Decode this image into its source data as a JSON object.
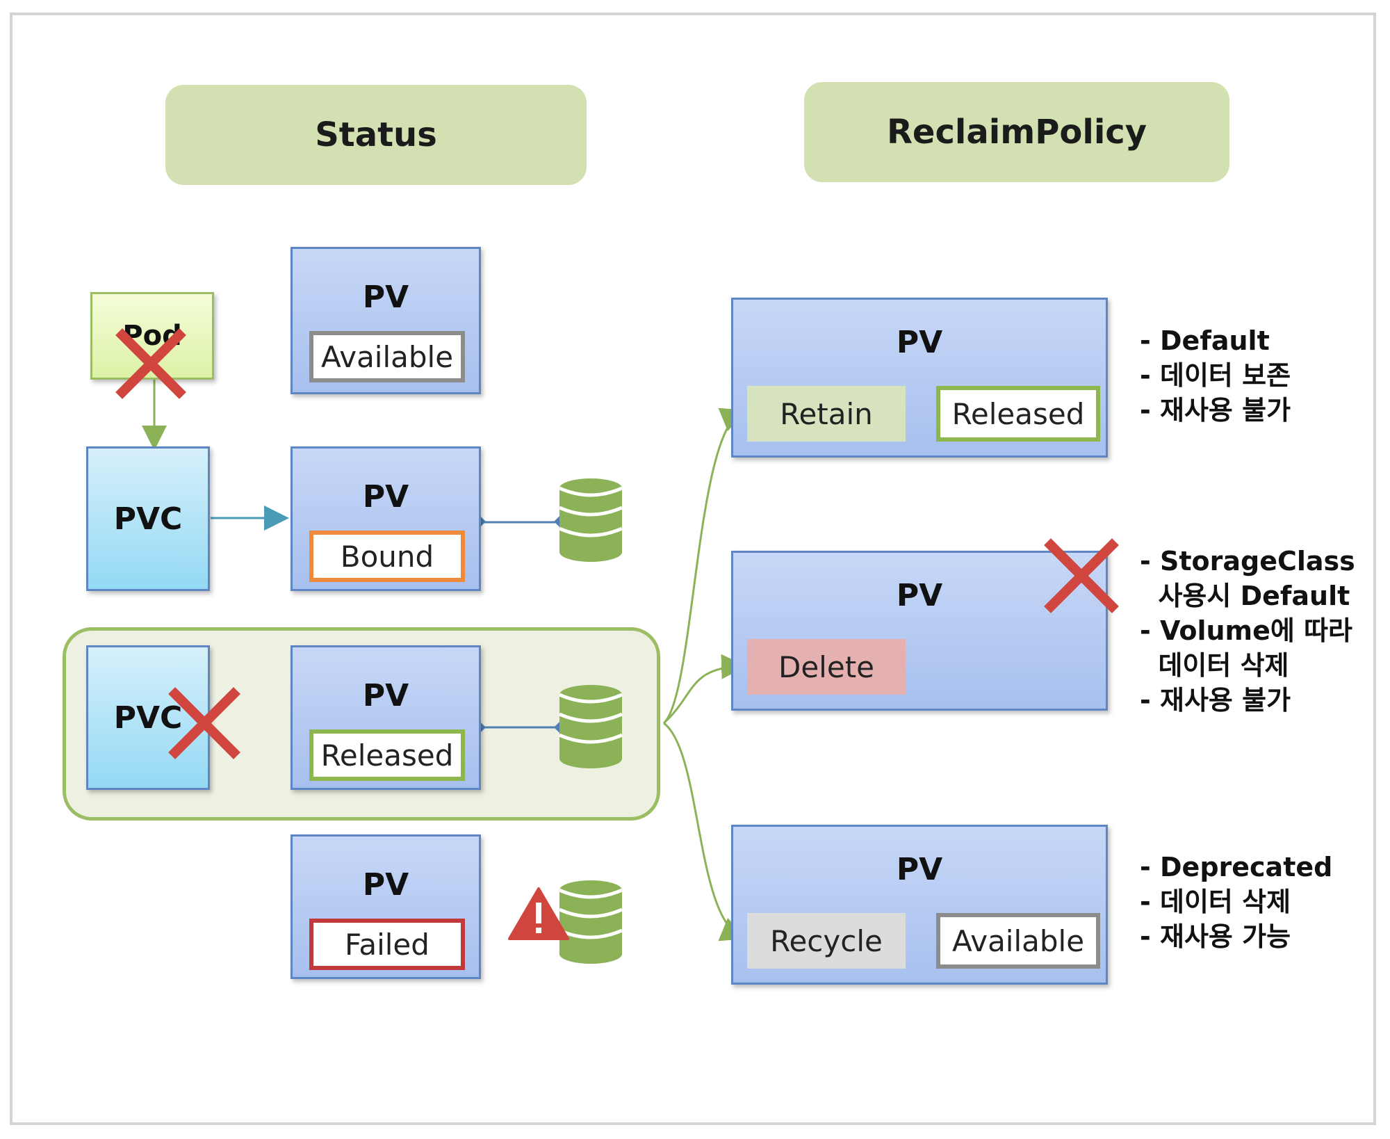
{
  "headers": {
    "status": "Status",
    "reclaim": "ReclaimPolicy"
  },
  "left": {
    "pod": "Pod",
    "pvc_bound": "PVC",
    "pvc_deleted": "PVC",
    "pv_available": {
      "title": "PV",
      "status": "Available"
    },
    "pv_bound": {
      "title": "PV",
      "status": "Bound"
    },
    "pv_released": {
      "title": "PV",
      "status": "Released"
    },
    "pv_failed": {
      "title": "PV",
      "status": "Failed"
    }
  },
  "right": {
    "retain": {
      "title": "PV",
      "policy": "Retain",
      "status": "Released"
    },
    "delete": {
      "title": "PV",
      "policy": "Delete"
    },
    "recycle": {
      "title": "PV",
      "policy": "Recycle",
      "status": "Available"
    }
  },
  "notes": {
    "retain": [
      "- Default",
      "- 데이터 보존",
      "- 재사용 불가"
    ],
    "delete": [
      "- StorageClass",
      "  사용시 Default",
      "- Volume에 따라",
      "  데이터 삭제",
      "- 재사용 불가"
    ],
    "recycle": [
      "- Deprecated",
      "- 데이터 삭제",
      "- 재사용 가능"
    ]
  },
  "colors": {
    "header_bg": "#d3e0b1",
    "status_available": "#8c8c8c",
    "status_bound": "#ee8a3a",
    "status_released": "#8db64f",
    "status_failed": "#c0393b",
    "policy_retain": "#d7e3bf",
    "policy_delete": "#e5b1b0",
    "policy_recycle": "#dcdcdc",
    "cross": "#d0463f",
    "storage": "#8cb257",
    "warning": "#d0463f"
  },
  "icons": [
    "x-mark-icon",
    "database-icon",
    "warning-icon"
  ]
}
